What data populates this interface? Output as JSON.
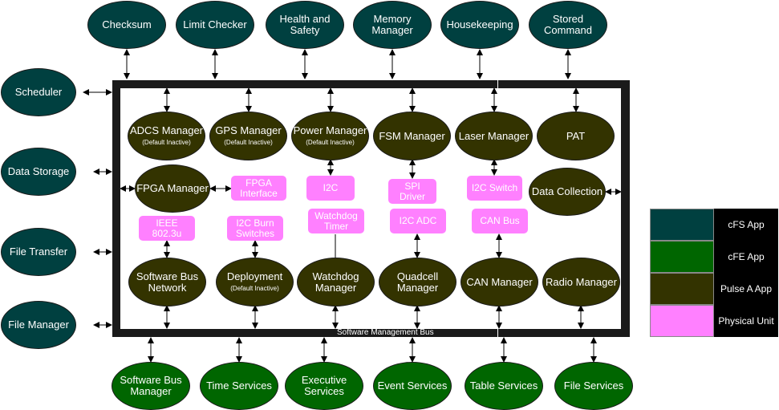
{
  "colors": {
    "cfs_app": "#004040",
    "cfe_app": "#006600",
    "pulse_a_app": "#333300",
    "physical_unit": "#ff80ff"
  },
  "top_nodes": [
    {
      "id": "checksum",
      "label": "Checksum"
    },
    {
      "id": "limit-checker",
      "label": "Limit Checker"
    },
    {
      "id": "health-and-safety",
      "label": "Health and Safety"
    },
    {
      "id": "memory-manager",
      "label": "Memory Manager"
    },
    {
      "id": "housekeeping",
      "label": "Housekeeping"
    },
    {
      "id": "stored-command",
      "label": "Stored Command"
    }
  ],
  "left_nodes": [
    {
      "id": "scheduler",
      "label": "Scheduler"
    },
    {
      "id": "data-storage",
      "label": "Data Storage"
    },
    {
      "id": "file-transfer",
      "label": "File Transfer"
    },
    {
      "id": "file-manager",
      "label": "File Manager"
    }
  ],
  "bottom_nodes": [
    {
      "id": "software-bus-manager",
      "label": "Software Bus Manager"
    },
    {
      "id": "time-services",
      "label": "Time Services"
    },
    {
      "id": "executive-services",
      "label": "Executive Services"
    },
    {
      "id": "event-services",
      "label": "Event Services"
    },
    {
      "id": "table-services",
      "label": "Table Services"
    },
    {
      "id": "file-services",
      "label": "File Services"
    }
  ],
  "pulse_nodes": [
    {
      "id": "adcs-manager",
      "label": "ADCS Manager",
      "sub": "(Default Inactive)"
    },
    {
      "id": "gps-manager",
      "label": "GPS Manager",
      "sub": "(Default Inactive)"
    },
    {
      "id": "power-manager",
      "label": "Power Manager",
      "sub": "(Default Inactive)"
    },
    {
      "id": "fsm-manager",
      "label": "FSM Manager",
      "sub": ""
    },
    {
      "id": "laser-manager",
      "label": "Laser Manager",
      "sub": ""
    },
    {
      "id": "pat",
      "label": "PAT",
      "sub": ""
    },
    {
      "id": "fpga-manager",
      "label": "FPGA Manager",
      "sub": ""
    },
    {
      "id": "data-collection",
      "label": "Data Collection",
      "sub": ""
    },
    {
      "id": "software-bus-network",
      "label": "Software Bus Network",
      "sub": ""
    },
    {
      "id": "deployment",
      "label": "Deployment",
      "sub": "(Default Inactive)"
    },
    {
      "id": "watchdog-manager",
      "label": "Watchdog Manager",
      "sub": ""
    },
    {
      "id": "quadcell-manager",
      "label": "Quadcell Manager",
      "sub": ""
    },
    {
      "id": "can-manager",
      "label": "CAN Manager",
      "sub": ""
    },
    {
      "id": "radio-manager",
      "label": "Radio Manager",
      "sub": ""
    }
  ],
  "physical_units": [
    {
      "id": "fpga-interface",
      "label": "FPGA Interface"
    },
    {
      "id": "i2c",
      "label": "I2C"
    },
    {
      "id": "spi-driver",
      "label": "SPI Driver"
    },
    {
      "id": "i2c-switch",
      "label": "I2C Switch"
    },
    {
      "id": "ieee-802-3u",
      "label": "IEEE 802.3u"
    },
    {
      "id": "i2c-burn-switches",
      "label": "I2C Burn Switches"
    },
    {
      "id": "watchdog-timer",
      "label": "Watchdog Timer"
    },
    {
      "id": "i2c-adc",
      "label": "I2C ADC"
    },
    {
      "id": "can-bus",
      "label": "CAN Bus"
    }
  ],
  "bus_label": "Software Management Bus",
  "legend": [
    {
      "label": "cFS App",
      "color": "#004040"
    },
    {
      "label": "cFE App",
      "color": "#006600"
    },
    {
      "label": "Pulse A App",
      "color": "#333300"
    },
    {
      "label": "Physical Unit",
      "color": "#ff80ff"
    }
  ]
}
